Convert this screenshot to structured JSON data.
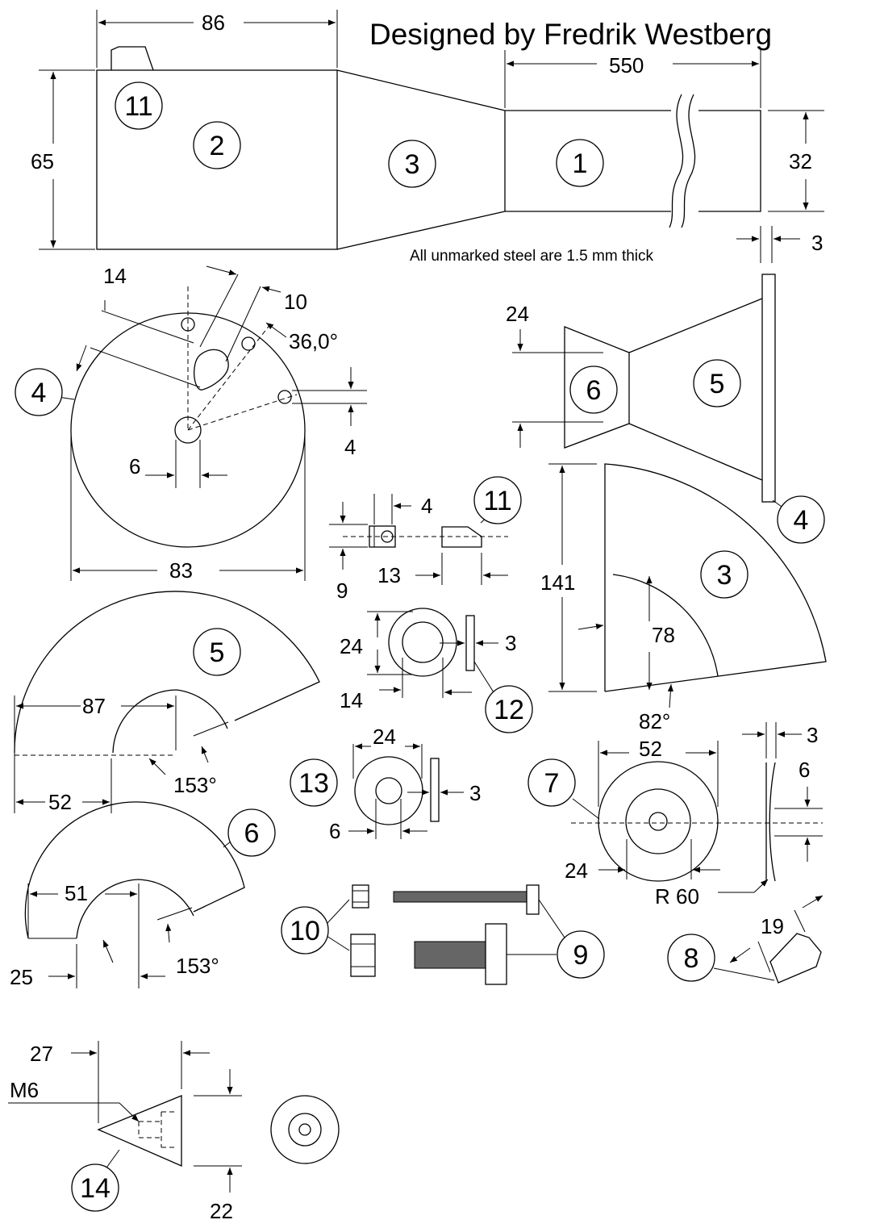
{
  "title": "Designed by Fredrik Westberg",
  "note": "All unmarked steel are 1.5 mm thick",
  "parts": {
    "p1": "1",
    "p2": "2",
    "p3": "3",
    "p4": "4",
    "p5": "5",
    "p6": "6",
    "p7": "7",
    "p8": "8",
    "p9": "9",
    "p10": "10",
    "p11": "11",
    "p12": "12",
    "p13": "13",
    "p14": "14"
  },
  "dims": {
    "assembly_width": "86",
    "assembly_height": "65",
    "tube_length": "550",
    "tube_diameter": "32",
    "tube_thickness": "3",
    "disc_offset": "14",
    "slot_width": "10",
    "hole_angle": "36,0°",
    "hole_dia": "4",
    "center_hole": "6",
    "disc_diameter": "83",
    "cone_inner": "24",
    "pin_height": "4",
    "pin_dia": "9",
    "wedge_length": "13",
    "segment_height": "141",
    "segment_inner": "78",
    "segment_angle": "82°",
    "washer12_od": "24",
    "washer12_id": "14",
    "washer12_t": "3",
    "fan5_radius": "87",
    "fan5_inner": "52",
    "fan5_angle": "153°",
    "washer13_od": "24",
    "washer13_id": "6",
    "washer13_t": "3",
    "wheel_od": "52",
    "wheel_t": "3",
    "wheel_bore": "6",
    "wheel_hub": "24",
    "wheel_radius": "R 60",
    "fan6_radius": "51",
    "fan6_inner": "25",
    "fan6_angle": "153°",
    "cam_width": "19",
    "cone_length": "27",
    "cone_thread": "M6",
    "cone_dia": "22"
  }
}
